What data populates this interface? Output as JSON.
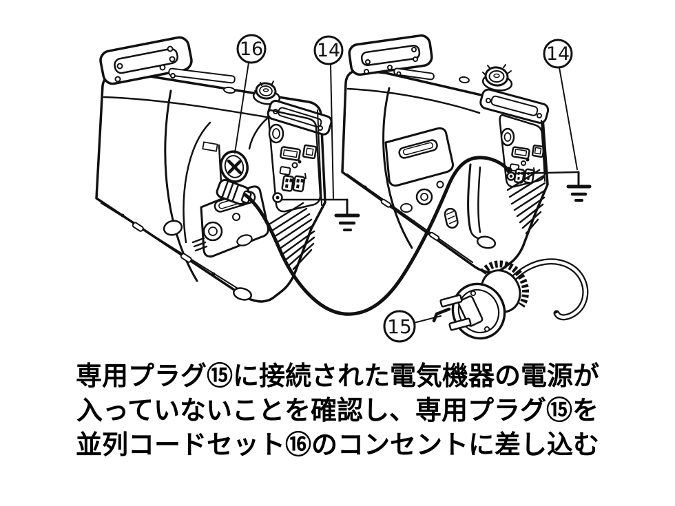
{
  "page": {
    "background_color": "#ffffff",
    "line_color": "#111111"
  },
  "figure": {
    "type": "technical-line-illustration",
    "subject": "Two portable inverter generators connected by a parallel operation cord, with earth-ground symbols and a dedicated appliance plug",
    "callouts": [
      {
        "number": "16",
        "points_to": "parallel cord set outlet on left generator"
      },
      {
        "number": "14",
        "points_to": "earth ground of left generator"
      },
      {
        "number": "14",
        "points_to": "earth ground of right generator"
      },
      {
        "number": "15",
        "points_to": "dedicated appliance plug"
      }
    ],
    "icons": {
      "earth_ground_symbol": "⏚"
    }
  },
  "caption": {
    "lines": [
      "専用プラグ⑮に接続された電気機器の電源が",
      "入っていないことを確認し、専用プラグ⑮を",
      "並列コードセット⑯のコンセントに差し込む"
    ],
    "full_text": "専用プラグ⑮に接続された電気機器の電源が入っていないことを確認し、専用プラグ⑮を並列コードセット⑯のコンセントに差し込む"
  }
}
